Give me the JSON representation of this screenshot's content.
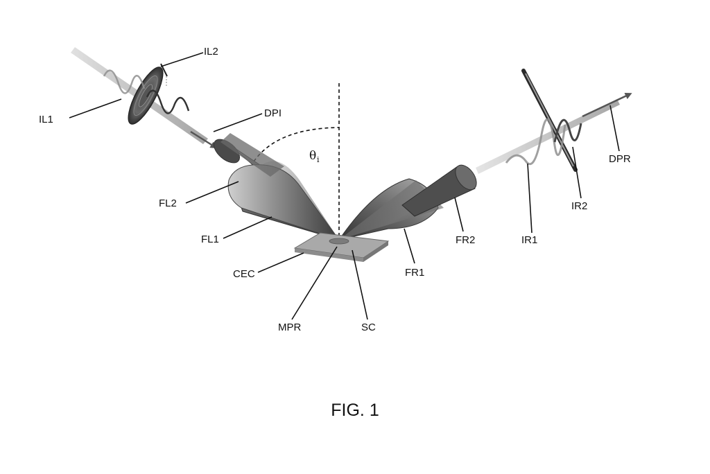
{
  "figure": {
    "caption": "FIG. 1",
    "angle_symbol": "θ",
    "angle_subscript": "i"
  },
  "labels": {
    "il1": "IL1",
    "il2": "IL2",
    "dpi": "DPI",
    "fl2": "FL2",
    "fl1": "FL1",
    "cec": "CEC",
    "mpr": "MPR",
    "sc": "SC",
    "fr1": "FR1",
    "fr2": "FR2",
    "ir1": "IR1",
    "ir2": "IR2",
    "dpr": "DPR"
  },
  "colors": {
    "beam_dark": "#3f3f3f",
    "beam_light": "#b5b5b5",
    "substrate": "#a8a8a8",
    "wave_gray": "#8f8f8f"
  }
}
